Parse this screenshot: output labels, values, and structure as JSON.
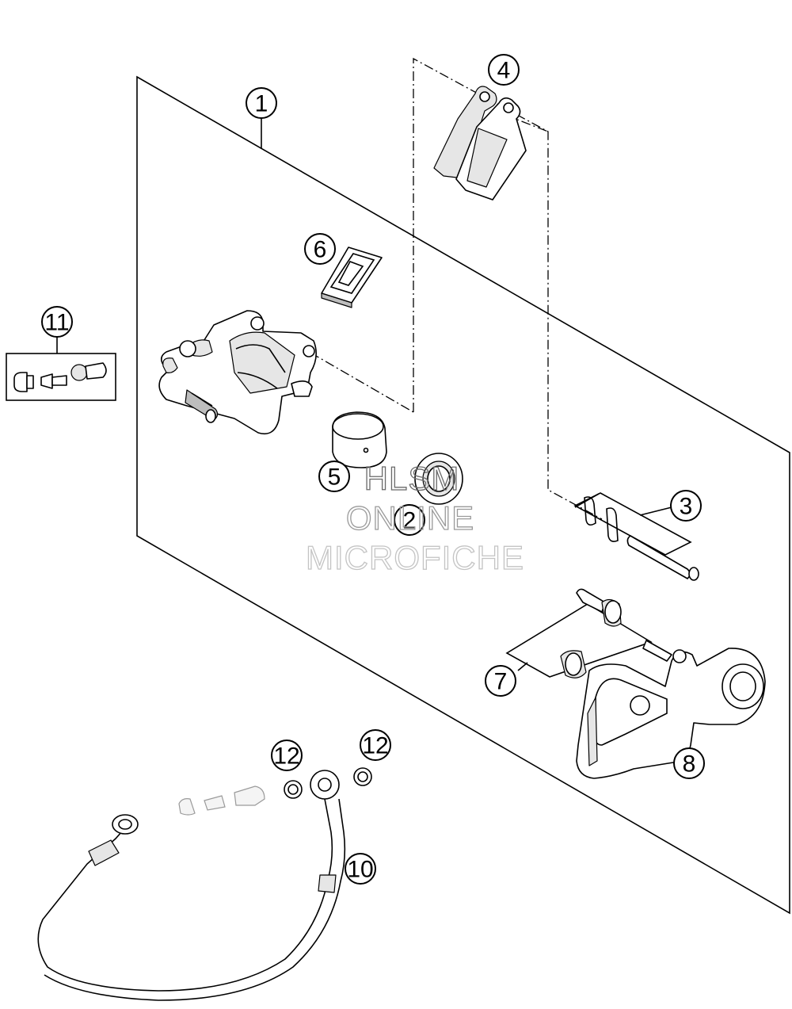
{
  "callouts": [
    {
      "id": "callout-1",
      "label": "1"
    },
    {
      "id": "callout-2",
      "label": "2"
    },
    {
      "id": "callout-3",
      "label": "3"
    },
    {
      "id": "callout-4",
      "label": "4"
    },
    {
      "id": "callout-5",
      "label": "5"
    },
    {
      "id": "callout-6",
      "label": "6"
    },
    {
      "id": "callout-7",
      "label": "7"
    },
    {
      "id": "callout-8",
      "label": "8"
    },
    {
      "id": "callout-10",
      "label": "10"
    },
    {
      "id": "callout-11",
      "label": "11"
    },
    {
      "id": "callout-12a",
      "label": "12"
    },
    {
      "id": "callout-12b",
      "label": "12"
    }
  ],
  "watermark": {
    "line1": "HLSM",
    "line2": "ONLINE",
    "line3": "MICROFICHE"
  }
}
